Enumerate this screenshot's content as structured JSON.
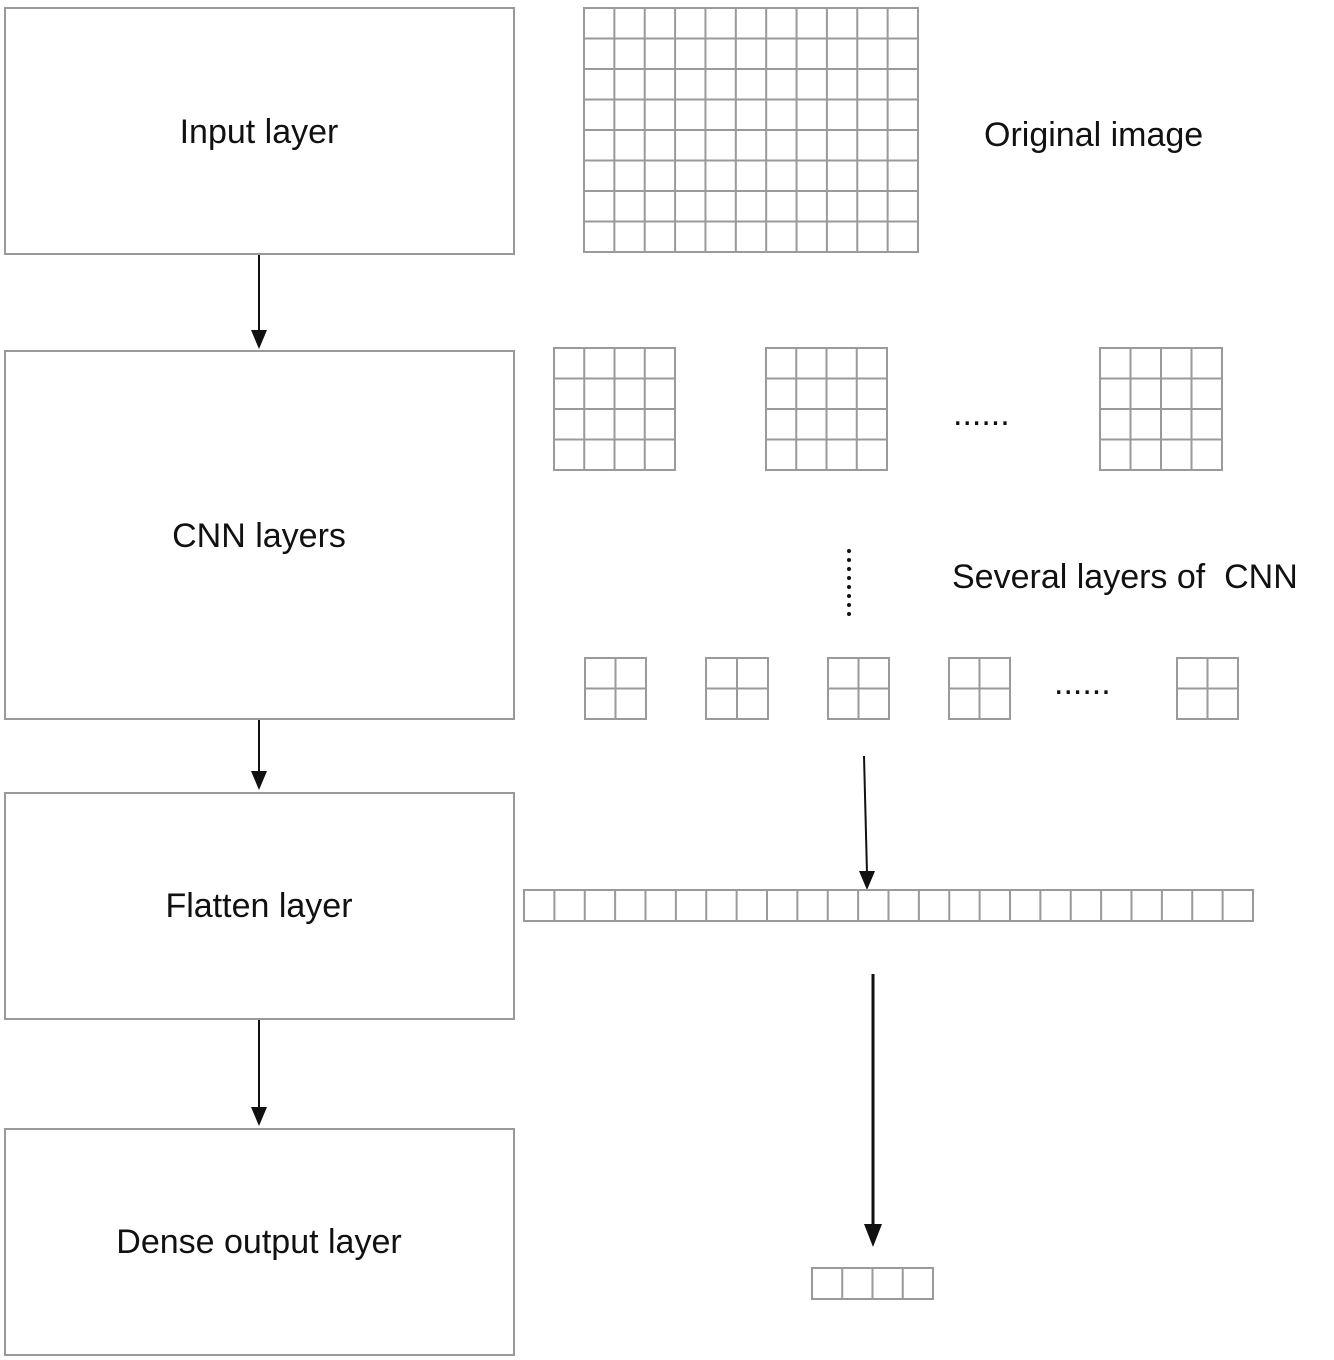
{
  "layers": {
    "input": "Input layer",
    "cnn": "CNN layers",
    "flatten": "Flatten layer",
    "dense": "Dense output layer"
  },
  "annotations": {
    "original_image": "Original image",
    "several_cnn": "Several layers of  CNN",
    "ellipsis": "......"
  },
  "grids": {
    "original_image": {
      "rows": 8,
      "cols": 11
    },
    "feature_maps": {
      "rows": 4,
      "cols": 4,
      "count_shown": 3
    },
    "pooled_maps": {
      "rows": 2,
      "cols": 2,
      "count_shown": 5
    },
    "flatten_vector": {
      "rows": 1,
      "cols": 24
    },
    "dense_output": {
      "rows": 1,
      "cols": 4
    }
  },
  "colors": {
    "box_stroke": "#999999",
    "grid_stroke": "#9a9a9a",
    "text": "#111111",
    "arrow": "#111111"
  }
}
